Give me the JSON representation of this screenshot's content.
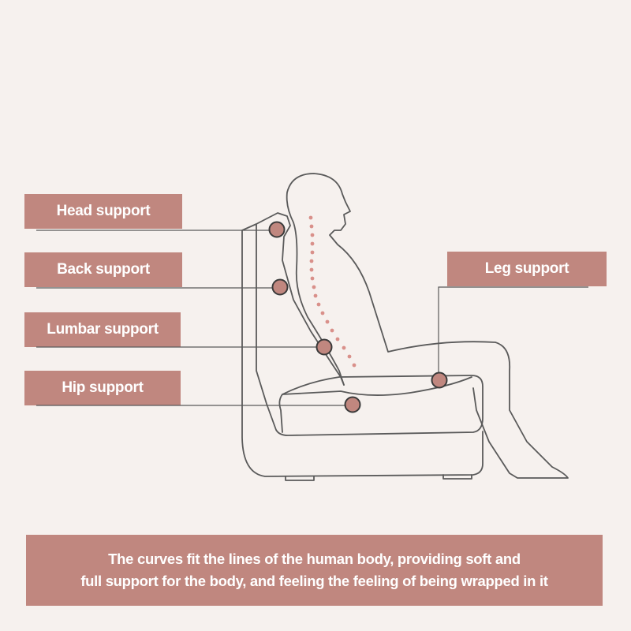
{
  "colors": {
    "background": "#f6f1ee",
    "label_fill": "#c0877f",
    "marker_fill": "#c0877f",
    "outline": "#5a5a5a",
    "spine_dots": "#d9908a"
  },
  "labels": {
    "head": "Head support",
    "back": "Back support",
    "lumbar": "Lumbar support",
    "hip": "Hip support",
    "leg": "Leg support"
  },
  "caption": {
    "line1": "The curves fit the lines of the human body, providing soft and",
    "line2": "full support for the body, and feeling the feeling of being wrapped in it"
  }
}
